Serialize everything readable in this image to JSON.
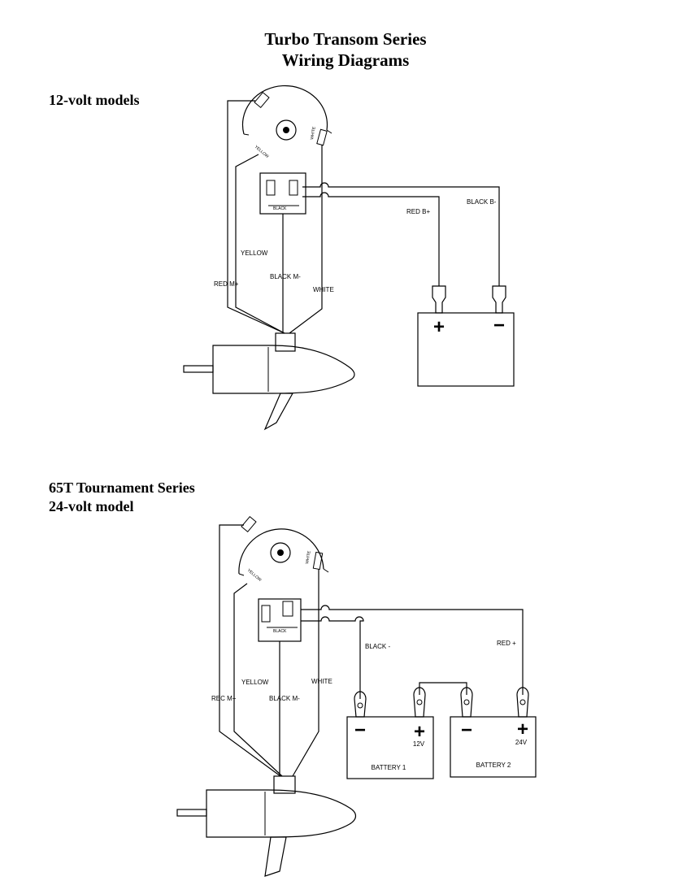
{
  "header": {
    "title_line1": "Turbo Transom Series",
    "title_line2": "Wiring Diagrams"
  },
  "diagram_12v": {
    "heading": "12-volt models",
    "wires": {
      "red_m": "RED M+",
      "yellow": "YELLOW",
      "black_m": "BLACK M-",
      "white": "WHITE",
      "red_b": "RED B+",
      "black_b": "BLACK B-"
    },
    "motor_labels": {
      "yellow": "YELLOW",
      "black": "BLACK",
      "white": "WHITE"
    },
    "battery": {
      "positive": "+",
      "negative": "−"
    }
  },
  "diagram_24v": {
    "heading_line1": "65T Tournament Series",
    "heading_line2": "24-volt model",
    "wires": {
      "red_m": "REC M+",
      "yellow": "YELLOW",
      "black_m": "BLACK M-",
      "white": "WHITE",
      "black_minus": "BLACK -",
      "red_plus": "RED +"
    },
    "motor_labels": {
      "yellow": "YELLOW",
      "black": "BLACK",
      "white": "WHITE"
    },
    "battery1": {
      "name": "BATTERY 1",
      "voltage": "12V",
      "positive": "+",
      "negative": "−"
    },
    "battery2": {
      "name": "BATTERY 2",
      "voltage": "24V",
      "positive": "+",
      "negative": "−"
    }
  }
}
